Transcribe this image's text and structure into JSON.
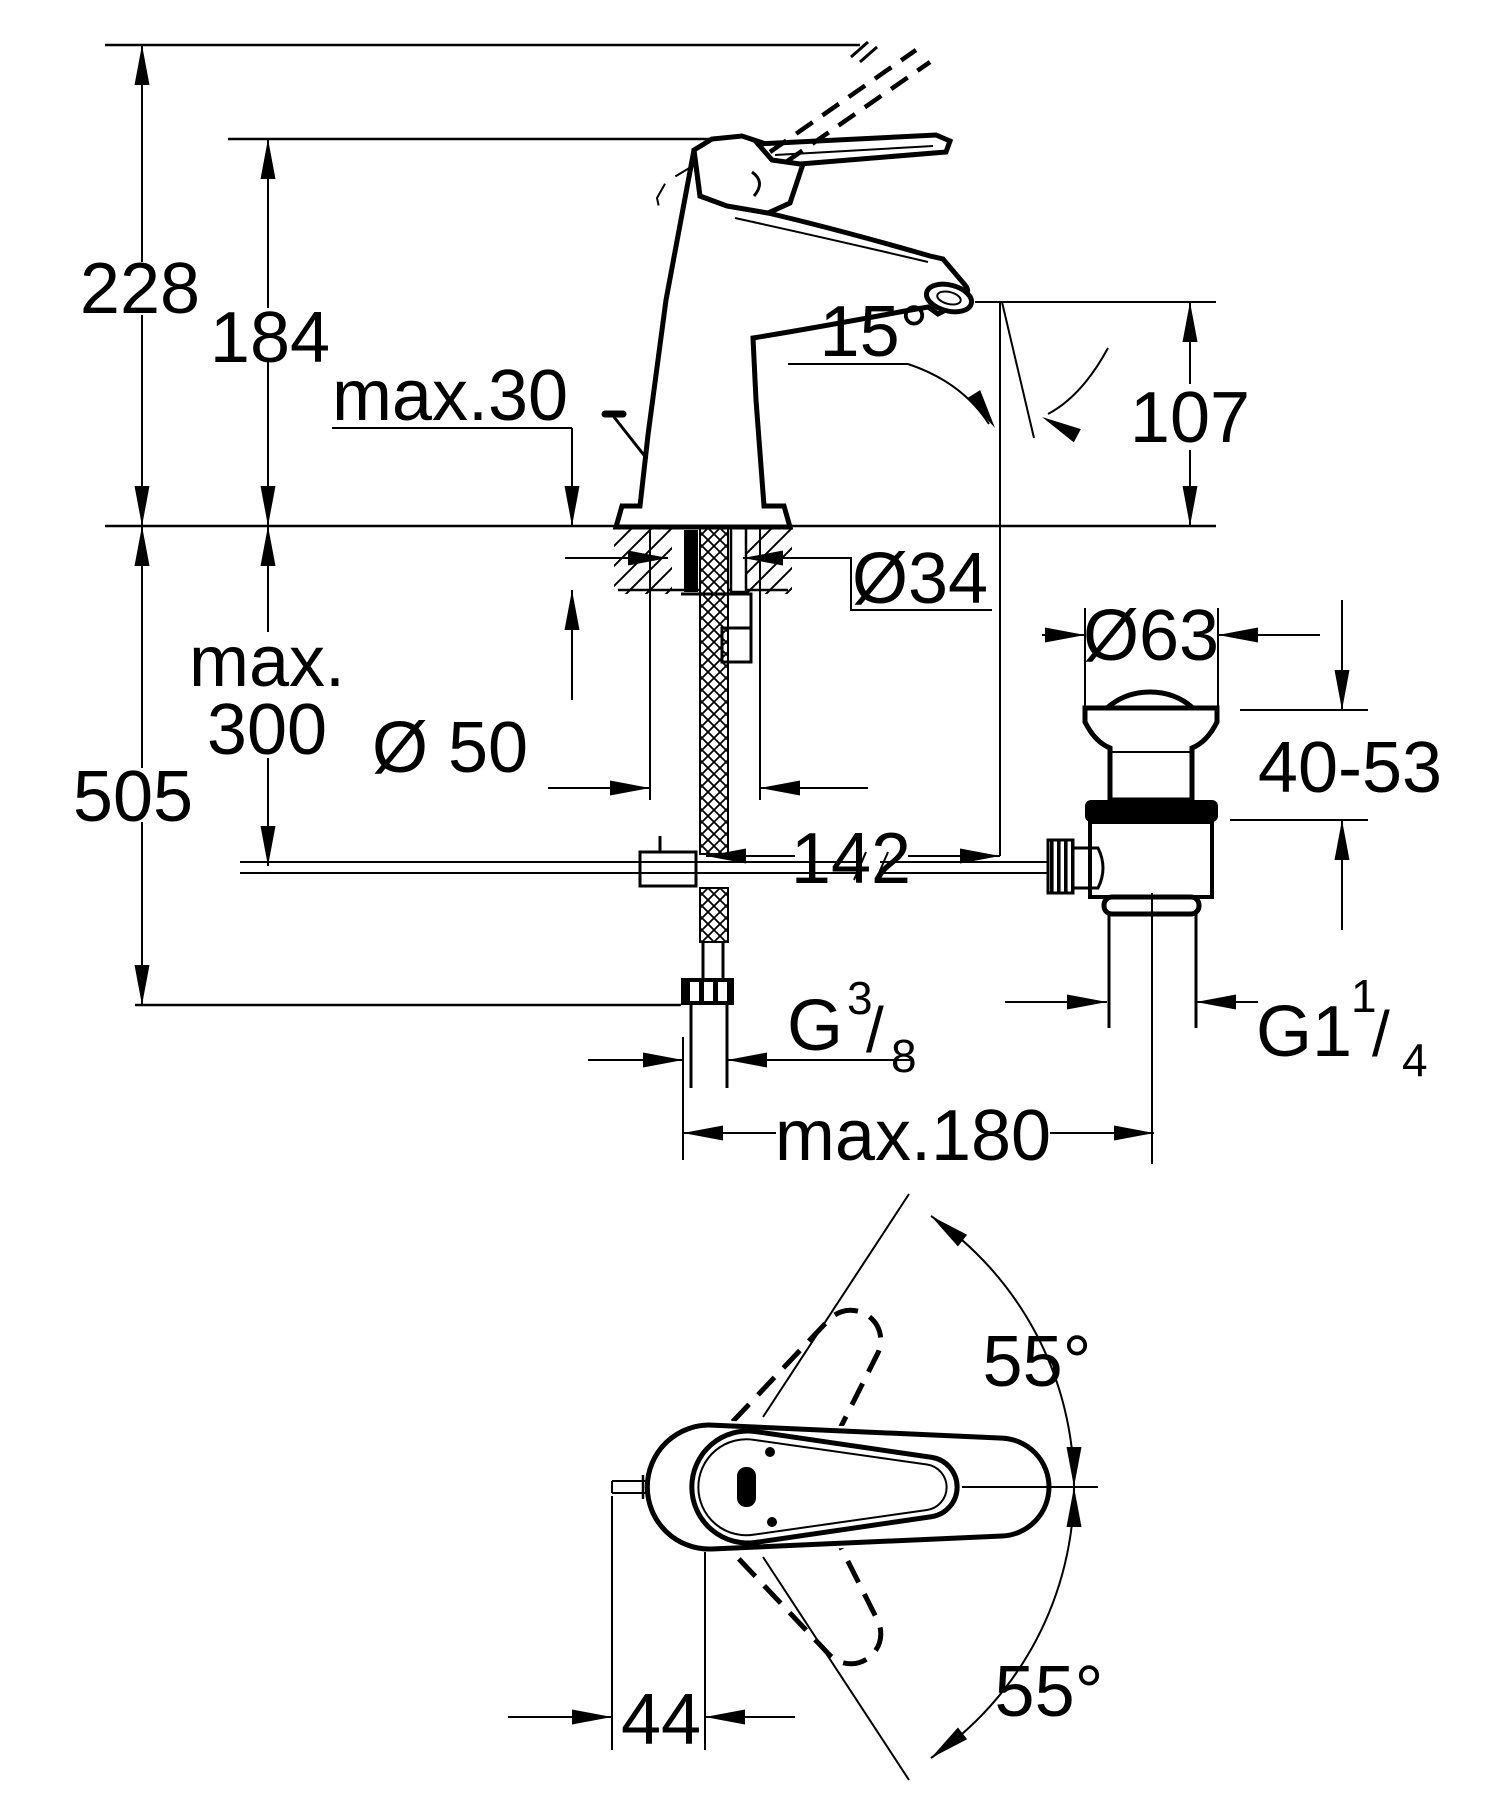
{
  "document": {
    "kind": "faucet-installation-dimension-drawing",
    "views": [
      "side-section-view",
      "handle-top-view"
    ]
  },
  "dims": {
    "overall": "228",
    "to_handle": "184",
    "deck_max": "max.30",
    "angle": "15°",
    "spout_height": "107",
    "hole": "Ø34",
    "base": "Ø 50",
    "depth_max_1": "max.",
    "depth_max_2": "300",
    "total": "505",
    "projection": "142",
    "drain_flange": "Ø63",
    "drain_range": "40-53",
    "reach": "max.180",
    "swivel_up": "55°",
    "swivel_down": "55°",
    "rod_offset": "44",
    "drain_thread": {
      "base": "G1",
      "num": "1",
      "slash": "/",
      "den": "4"
    },
    "supply_thread": {
      "base": "G",
      "num": "3",
      "slash": "/",
      "den": "8"
    }
  }
}
